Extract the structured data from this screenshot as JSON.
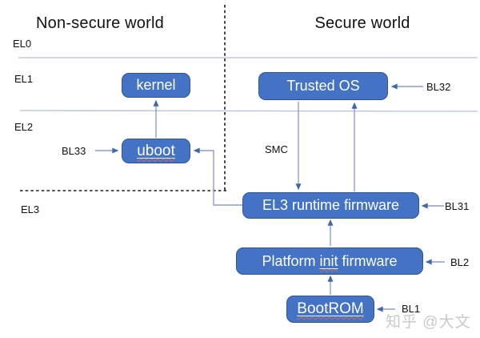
{
  "titles": {
    "non_secure": "Non-secure world",
    "secure": "Secure world"
  },
  "levels": [
    "EL0",
    "EL1",
    "EL2",
    "EL3"
  ],
  "nodes": {
    "kernel": {
      "label": "kernel"
    },
    "uboot": {
      "label": "uboot"
    },
    "trusted_os": {
      "label": "Trusted OS"
    },
    "el3_runtime": {
      "label": "EL3 runtime firmware"
    },
    "platform_init": {
      "pre": "Platform ",
      "underlined": "init",
      "post": " firmware"
    },
    "bootrom": {
      "label": "BootROM"
    }
  },
  "bl_labels": {
    "bl33": "BL33",
    "bl32": "BL32",
    "bl31": "BL31",
    "bl2": "BL2",
    "bl1": "BL1"
  },
  "smc_label": "SMC",
  "watermark": "知乎 @大文",
  "colors": {
    "node_fill": "#4472c4",
    "node_border": "#2f5597",
    "node_text": "#ffffff",
    "separator": "#b3c0d6",
    "connector": "#8d9ec6",
    "arrowhead": "#4068b0",
    "dashed": "#1c1c1c",
    "underline": "#d06a6a",
    "watermark": "#c9c9c9"
  }
}
